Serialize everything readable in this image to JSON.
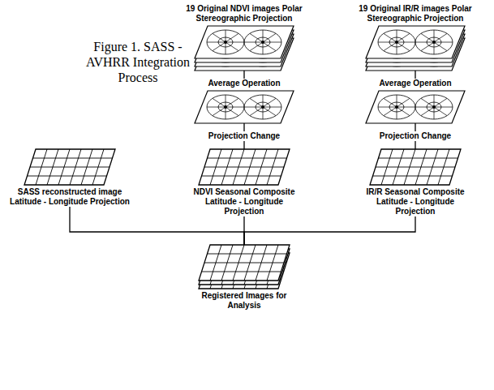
{
  "diagram": {
    "title": "Figure 1. SASS - AVHRR Integration Process",
    "nodes": [
      {
        "text": [
          "19 Original NDVI images Polar Stereographic Projection"
        ]
      },
      {
        "text": [
          "19 Original IR/R images Polar Stereographic Projection"
        ]
      },
      {
        "text": [
          "Average Operation"
        ]
      },
      {
        "text": [
          "Average Operation"
        ]
      },
      {
        "text": [
          "SASS reconstructed image Latitude - Longitude Projection"
        ]
      },
      {
        "text": [
          "NDVI Seasonal Composite Latitude - Longitude Projection"
        ]
      },
      {
        "text": [
          "IR/R Seasonal Composite Latitude - Longitude Projection"
        ]
      },
      {
        "text": [
          "Registered Images for Analysis"
        ]
      }
    ],
    "edges": [
      {
        "from": 0,
        "to": 2,
        "arrow": "none"
      },
      {
        "from": 1,
        "to": 3,
        "arrow": "none"
      },
      {
        "from": 2,
        "to": 5,
        "label": "Projection Change",
        "arrow": "none"
      },
      {
        "from": 3,
        "to": 6,
        "label": "Projection Change",
        "arrow": "none"
      },
      {
        "from": 4,
        "to": 7,
        "arrow": "none"
      },
      {
        "from": 5,
        "to": 7,
        "arrow": "none"
      },
      {
        "from": 6,
        "to": 7,
        "arrow": "none"
      }
    ]
  }
}
